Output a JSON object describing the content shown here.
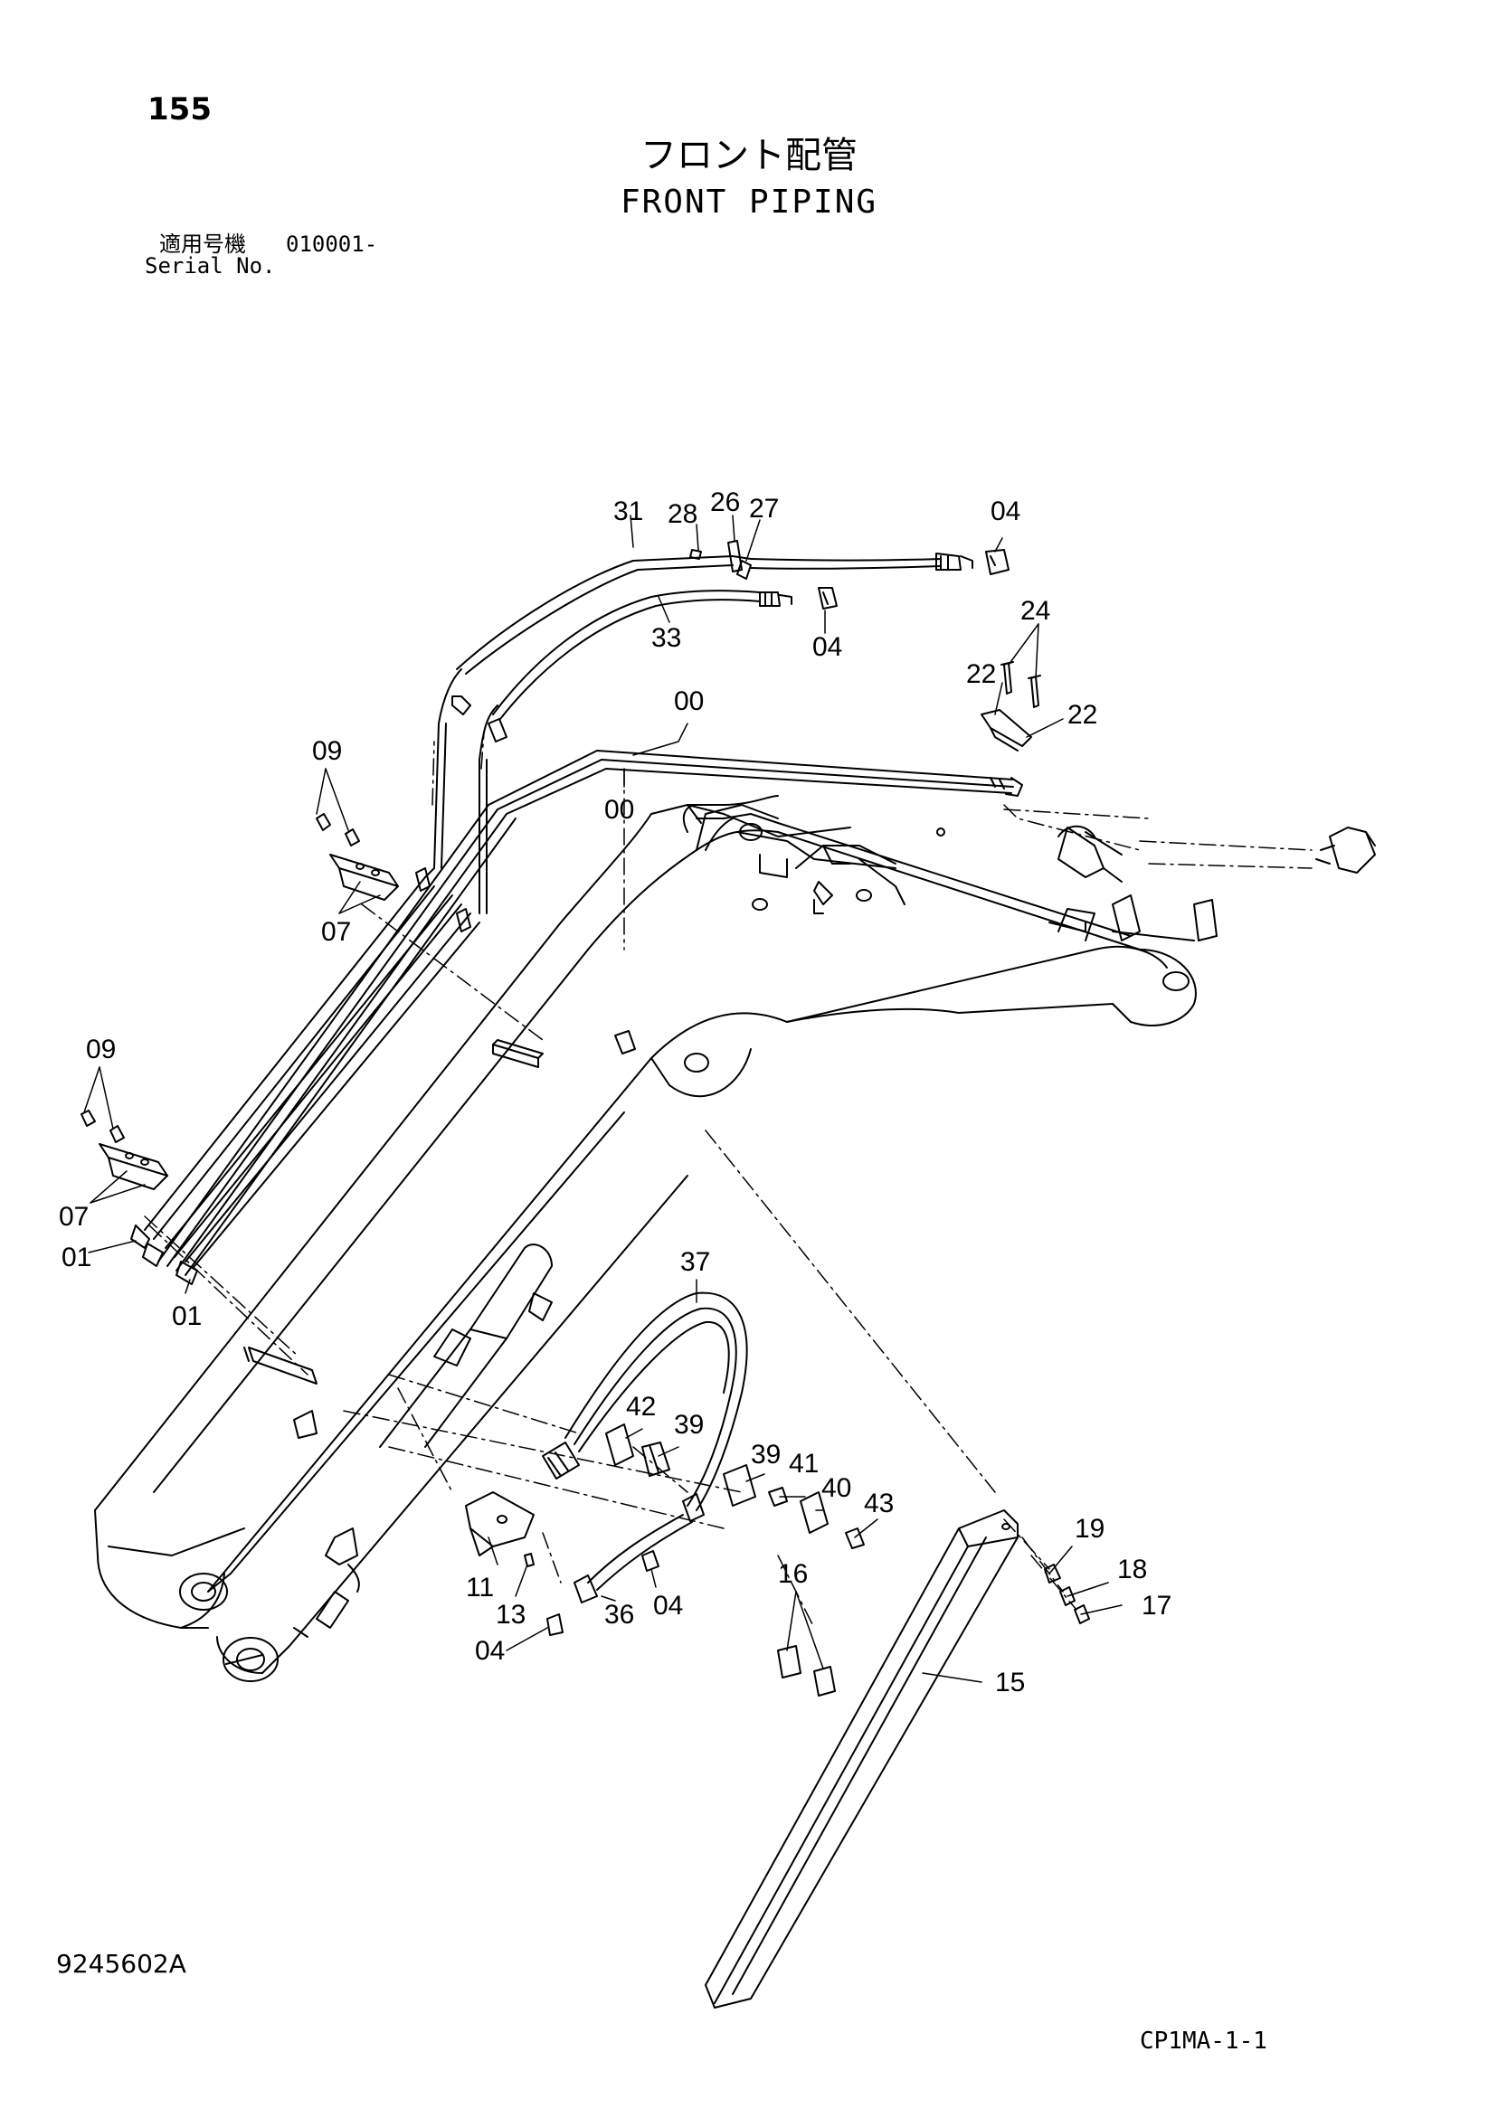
{
  "header": {
    "page_number": "155",
    "title_jp": "フロント配管",
    "title_en": "FRONT PIPING",
    "serial_label_jp": "適用号機",
    "serial_code": "010001-",
    "serial_label_en": "Serial No."
  },
  "callouts": [
    "31",
    "28",
    "26",
    "27",
    "04",
    "33",
    "04",
    "24",
    "22",
    "22",
    "00",
    "00",
    "09",
    "07",
    "09",
    "07",
    "01",
    "01",
    "37",
    "42",
    "39",
    "39",
    "41",
    "40",
    "43",
    "19",
    "18",
    "17",
    "11",
    "13",
    "36",
    "04",
    "04",
    "16",
    "15"
  ],
  "footer": {
    "drawing_number": "9245602A",
    "page_code": "CP1MA-1-1"
  }
}
